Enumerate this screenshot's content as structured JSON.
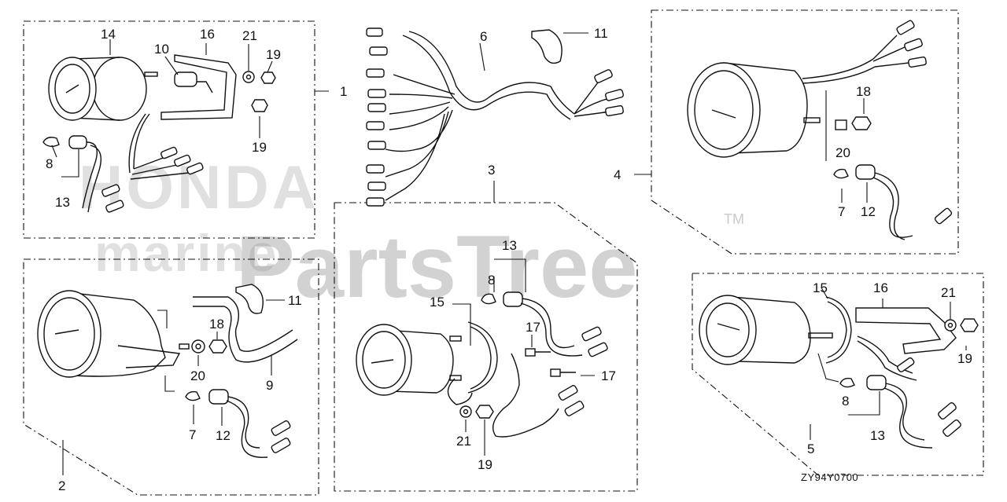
{
  "diagram": {
    "drawing_code": "ZY94Y0700",
    "watermark": {
      "brand_text": "PartsTree",
      "trademark": "TM",
      "faded_logo_text": "HONDA",
      "faded_logo_sub": "marine"
    },
    "callouts": {
      "c1": "1",
      "c2": "2",
      "c3": "3",
      "c4": "4",
      "c5": "5",
      "c6": "6",
      "p14": "14",
      "p16": "16",
      "p21a": "21",
      "p19a": "19",
      "p10": "10",
      "p19b": "19",
      "p8a": "8",
      "p13a": "13",
      "p11a": "11",
      "p18a": "18",
      "p20a": "20",
      "p7a": "7",
      "p12a": "12",
      "p11b": "11",
      "p18b": "18",
      "p20b": "20",
      "p9": "9",
      "p7b": "7",
      "p12b": "12",
      "p13b": "13",
      "p8b": "8",
      "p15a": "15",
      "p17a": "17",
      "p17b": "17",
      "p21b": "21",
      "p19c": "19",
      "p15b": "15",
      "p16b": "16",
      "p21c": "21",
      "p19d": "19",
      "p8c": "8",
      "p13c": "13"
    }
  }
}
